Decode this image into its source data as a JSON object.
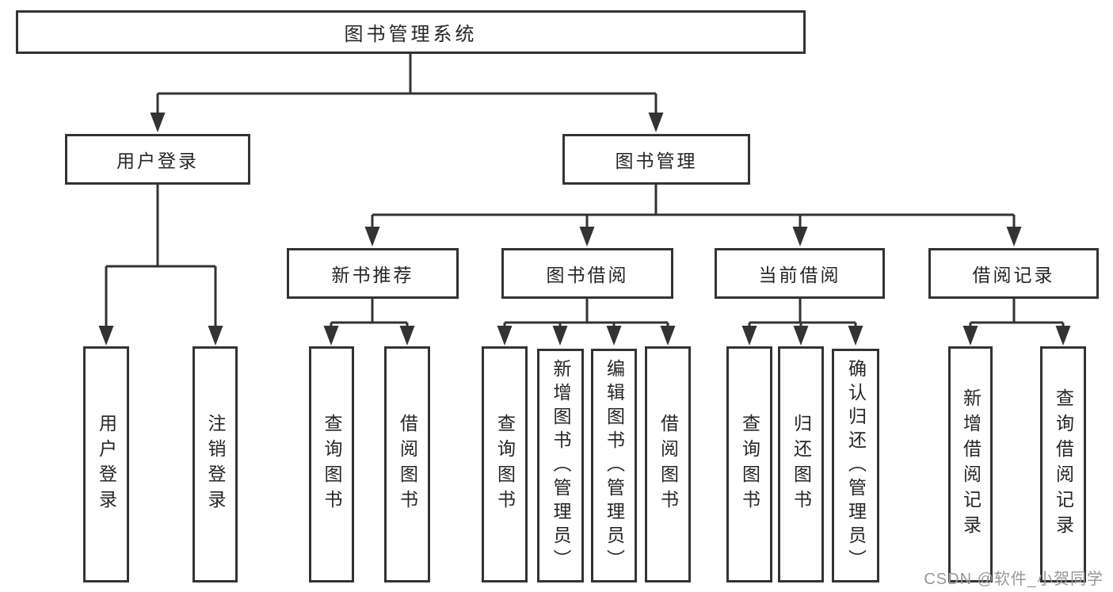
{
  "diagram": {
    "root": "图书管理系统",
    "level2": {
      "user_login": "用户登录",
      "book_mgmt": "图书管理"
    },
    "level3": {
      "new_book_rec": "新书推荐",
      "book_borrow": "图书借阅",
      "current_borrow": "当前借阅",
      "borrow_records": "借阅记录"
    },
    "leaves": {
      "user_login": "用户登录",
      "logout": "注销登录",
      "rec_query_book": "查询图书",
      "rec_borrow_book": "借阅图书",
      "bor_query_book": "查询图书",
      "bor_add_book": "新增图书（管理员）",
      "bor_edit_book": "编辑图书（管理员）",
      "bor_borrow_book": "借阅图书",
      "cur_query_book": "查询图书",
      "cur_return_book": "归还图书",
      "cur_confirm_return": "确认归还（管理员）",
      "log_add_record": "新增借阅记录",
      "log_query_record": "查询借阅记录"
    },
    "structure": [
      {
        "parent": "图书管理系统",
        "children": [
          "用户登录",
          "图书管理"
        ]
      },
      {
        "parent": "用户登录",
        "children": [
          "用户登录",
          "注销登录"
        ]
      },
      {
        "parent": "图书管理",
        "children": [
          "新书推荐",
          "图书借阅",
          "当前借阅",
          "借阅记录"
        ]
      },
      {
        "parent": "新书推荐",
        "children": [
          "查询图书",
          "借阅图书"
        ]
      },
      {
        "parent": "图书借阅",
        "children": [
          "查询图书",
          "新增图书（管理员）",
          "编辑图书（管理员）",
          "借阅图书"
        ]
      },
      {
        "parent": "当前借阅",
        "children": [
          "查询图书",
          "归还图书",
          "确认归还（管理员）"
        ]
      },
      {
        "parent": "借阅记录",
        "children": [
          "新增借阅记录",
          "查询借阅记录"
        ]
      }
    ],
    "watermark": "CSDN @软件_小贺同学",
    "colors": {
      "line": "#333333",
      "box_border": "#333333",
      "text": "#262626",
      "watermark": "#989898",
      "background": "#ffffff"
    }
  }
}
